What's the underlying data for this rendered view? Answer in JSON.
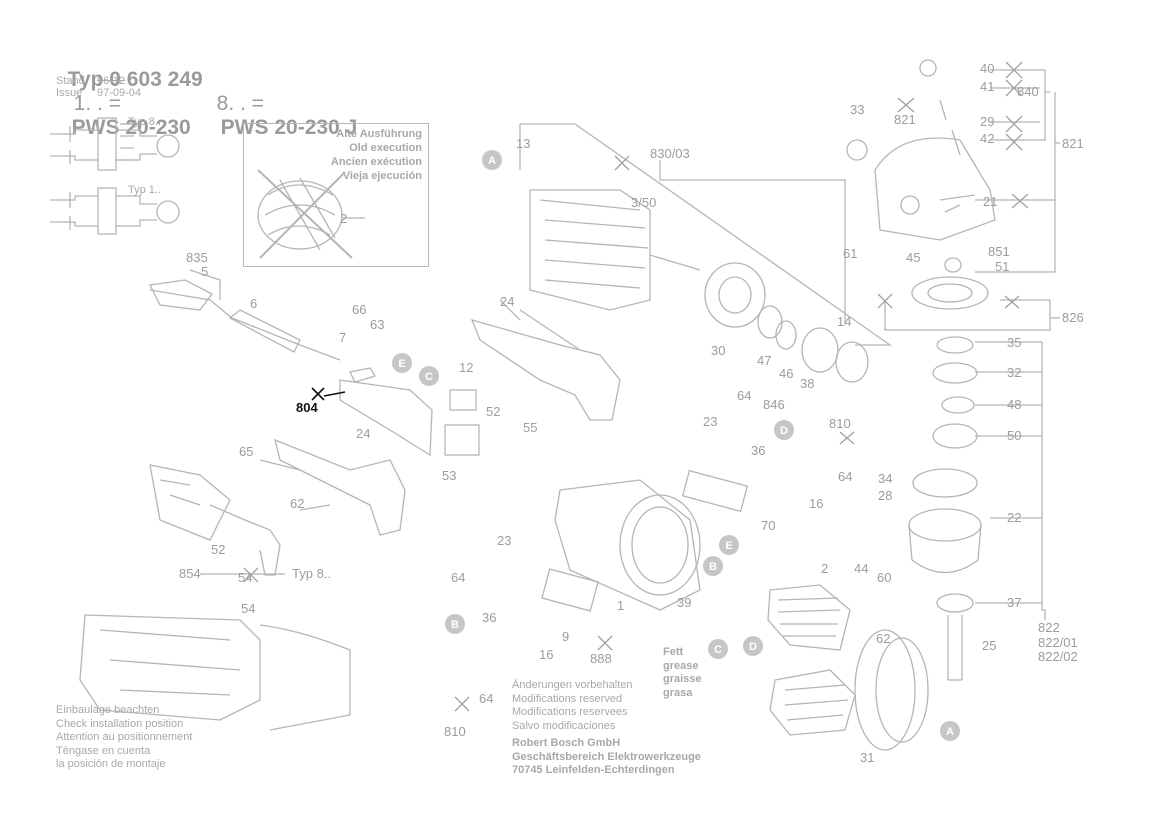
{
  "header": {
    "line1_prefix": "Typ 0 603 249",
    "line1_mid": "1. . =",
    "line1_model": "PWS 20-230",
    "line2_mid": "8. . =",
    "line2_model": "PWS 20-230 J",
    "stand_label": "Stand",
    "issue_label": "Issue",
    "stand_value": "96-12",
    "issue_value": "97-09-04"
  },
  "wiring": {
    "typ8": "Typ 8..",
    "typ1": "Typ 1.."
  },
  "inset": {
    "lines": [
      "Alte Ausführung",
      "Old execution",
      "Ancien exécution",
      "Vieja ejecución"
    ],
    "part": "2"
  },
  "notes": {
    "install": [
      "Einbaulage beachten",
      "Check installation position",
      "Attention au positionnement",
      "Tèngase en cuenta",
      "la posición de montaje"
    ],
    "modifications": [
      "Änderungen vorbehalten",
      "Modifications reserved",
      "Modifications reservees",
      "Salvo modificaciones"
    ],
    "company": [
      "Robert Bosch GmbH",
      "Geschäftsbereich Elektrowerkzeuge",
      "70745 Leinfelden-Echterdingen"
    ],
    "grease": [
      "Fett",
      "grease",
      "graisse",
      "grasa"
    ],
    "typ8_label": "Typ 8.."
  },
  "badges": [
    "A",
    "B",
    "C",
    "D",
    "E"
  ],
  "part_numbers": {
    "p835": "835",
    "p5": "5",
    "p6": "6",
    "p66": "66",
    "p7": "7",
    "p63": "63",
    "p804": "804",
    "p24a": "24",
    "p24b": "24",
    "p12": "12",
    "p52a": "52",
    "p53": "53",
    "p55": "55",
    "p65": "65",
    "p62a": "62",
    "p52b": "52",
    "p854": "854",
    "p54a": "54",
    "p54b": "54",
    "p13": "13",
    "p830": "830/03",
    "p3": "3/50",
    "p30": "30",
    "p47": "47",
    "p46": "46",
    "p38": "38",
    "p14": "14",
    "p846": "846",
    "p23a": "23",
    "p64a": "64",
    "p810a": "810",
    "p36a": "36",
    "p64b": "64",
    "p16a": "16",
    "p70": "70",
    "p2": "2",
    "p44": "44",
    "p60": "60",
    "p62b": "62",
    "p39": "39",
    "p23b": "23",
    "p64c": "64",
    "p9": "9",
    "p1": "1",
    "p36b": "36",
    "p16b": "16",
    "p888": "888",
    "p64d": "64",
    "p810b": "810",
    "p31": "31",
    "p33": "33",
    "p821a": "821",
    "p61": "61",
    "p45": "45",
    "p40": "40",
    "p41": "41",
    "p29": "29",
    "p42": "42",
    "p840": "840",
    "p821b": "821",
    "p21": "21",
    "p851": "851",
    "p51": "51",
    "p826": "826",
    "p35": "35",
    "p32": "32",
    "p48": "48",
    "p50": "50",
    "p34": "34",
    "p28": "28",
    "p22": "22",
    "p37": "37",
    "p25": "25",
    "p822": "822",
    "p822_01": "822/01",
    "p822_02": "822/02"
  }
}
